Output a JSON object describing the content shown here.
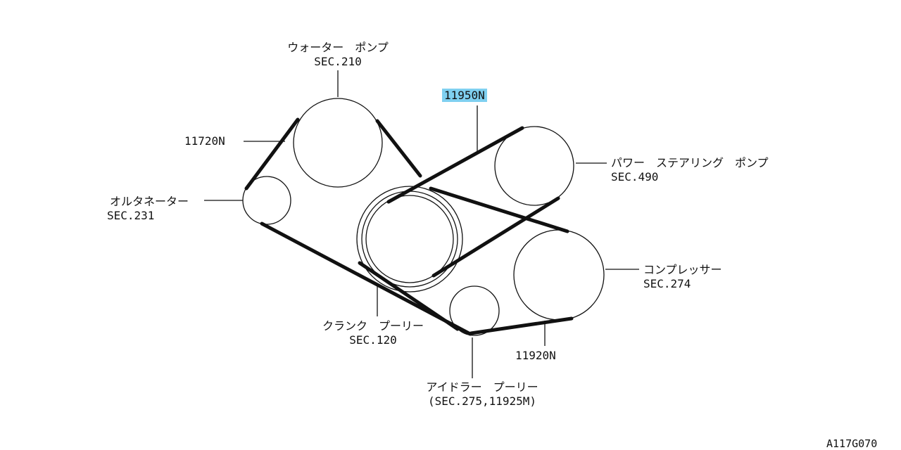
{
  "diagram": {
    "drawing_id": "A117G070",
    "colors": {
      "line": "#111111",
      "highlight": "#7fd0f0"
    },
    "labels": {
      "water_pump": {
        "name": "ウォーター　ポンプ",
        "sec": "SEC.210"
      },
      "power_steering_pump": {
        "name": "パワー　ステアリング　ポンプ",
        "sec": "SEC.490"
      },
      "alternator": {
        "name": "オルタネーター",
        "sec": "SEC.231"
      },
      "compressor": {
        "name": "コンプレッサー",
        "sec": "SEC.274"
      },
      "crank_pulley": {
        "name": "クランク　プーリー",
        "sec": "SEC.120"
      },
      "idler_pulley": {
        "name": "アイドラー　プーリー",
        "sec": "(SEC.275,11925M)"
      }
    },
    "parts": {
      "belt_11720n": "11720N",
      "belt_11950n": "11950N",
      "belt_11920n": "11920N"
    }
  }
}
